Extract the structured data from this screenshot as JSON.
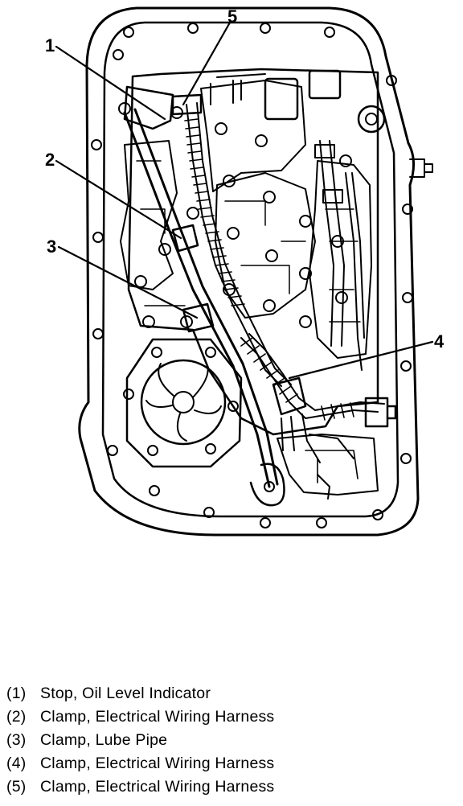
{
  "callouts": [
    {
      "id": "1",
      "label": "1"
    },
    {
      "id": "2",
      "label": "2"
    },
    {
      "id": "3",
      "label": "3"
    },
    {
      "id": "4",
      "label": "4"
    },
    {
      "id": "5",
      "label": "5"
    }
  ],
  "legend": [
    {
      "num": "(1)",
      "text": "Stop, Oil Level Indicator"
    },
    {
      "num": "(2)",
      "text": "Clamp, Electrical Wiring Harness"
    },
    {
      "num": "(3)",
      "text": "Clamp, Lube Pipe"
    },
    {
      "num": "(4)",
      "text": "Clamp, Electrical Wiring Harness"
    },
    {
      "num": "(5)",
      "text": "Clamp, Electrical Wiring Harness"
    }
  ]
}
